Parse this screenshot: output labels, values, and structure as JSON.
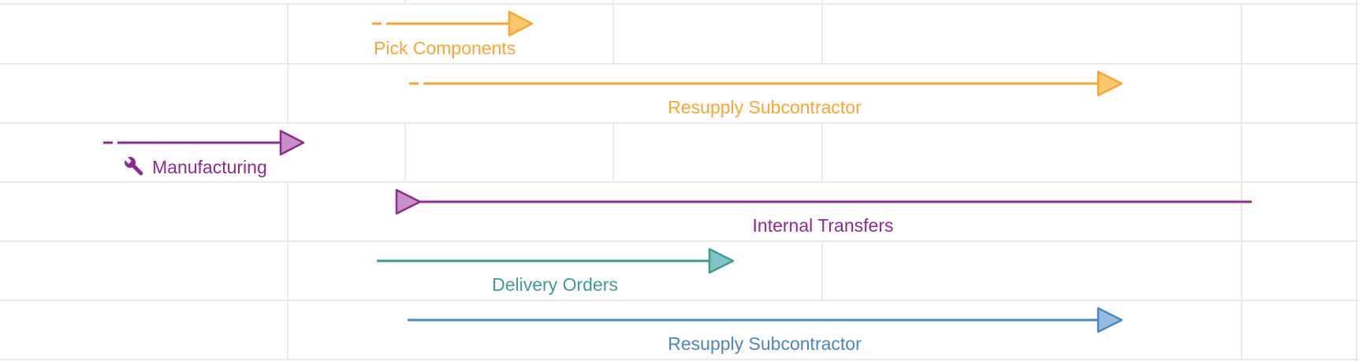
{
  "colors": {
    "orange": "#f9a631",
    "orange_fill": "#fcc66c",
    "purple": "#8f2a8f",
    "purple_fill": "#c98fc9",
    "teal": "#3e9c98",
    "teal_fill": "#7fc6c2",
    "blue": "#4a86c0",
    "blue_fill": "#95bde0",
    "grid": "#e4e4e4"
  },
  "routes": [
    {
      "label": "Pick Components",
      "color": "orange",
      "style": "dashed-tail",
      "direction": "right",
      "icon": ""
    },
    {
      "label": "Resupply Subcontractor",
      "color": "orange",
      "style": "dashed-tail",
      "direction": "right",
      "icon": ""
    },
    {
      "label": "Manufacturing",
      "color": "purple",
      "style": "dashed-tail",
      "direction": "right",
      "icon": "wrench-icon"
    },
    {
      "label": "Internal Transfers",
      "color": "purple",
      "style": "solid",
      "direction": "left",
      "icon": ""
    },
    {
      "label": "Delivery Orders",
      "color": "teal",
      "style": "solid",
      "direction": "right",
      "icon": ""
    },
    {
      "label": "Resupply Subcontractor",
      "color": "blue",
      "style": "solid",
      "direction": "right",
      "icon": ""
    }
  ]
}
